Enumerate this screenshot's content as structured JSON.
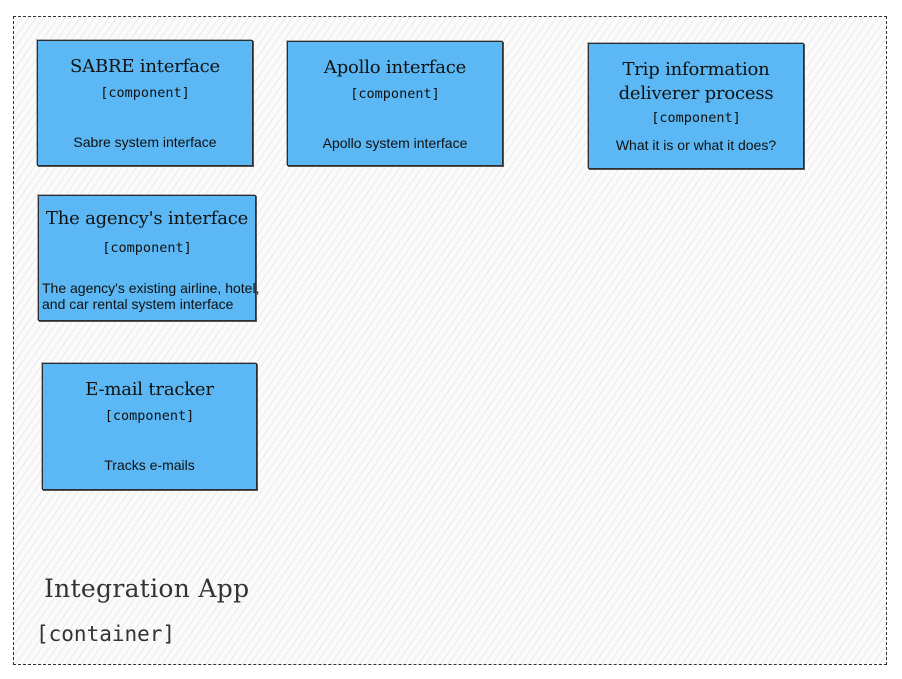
{
  "container": {
    "title": "Integration App",
    "type": "[container]"
  },
  "components": [
    {
      "title": "SABRE interface",
      "type": "[component]",
      "description": "Sabre system interface"
    },
    {
      "title": "Apollo interface",
      "type": "[component]",
      "description": "Apollo system interface"
    },
    {
      "title": "Trip information\ndeliverer process",
      "type": "[component]",
      "description": "What it is or what it does?"
    },
    {
      "title": "The agency's interface",
      "type": "[component]",
      "description": "The agency's existing airline, hotel, and car rental system interface"
    },
    {
      "title": "E-mail tracker",
      "type": "[component]",
      "description": "Tracks e-mails"
    }
  ],
  "colors": {
    "component_fill": "#5bb8f4",
    "container_border": "#333333"
  }
}
